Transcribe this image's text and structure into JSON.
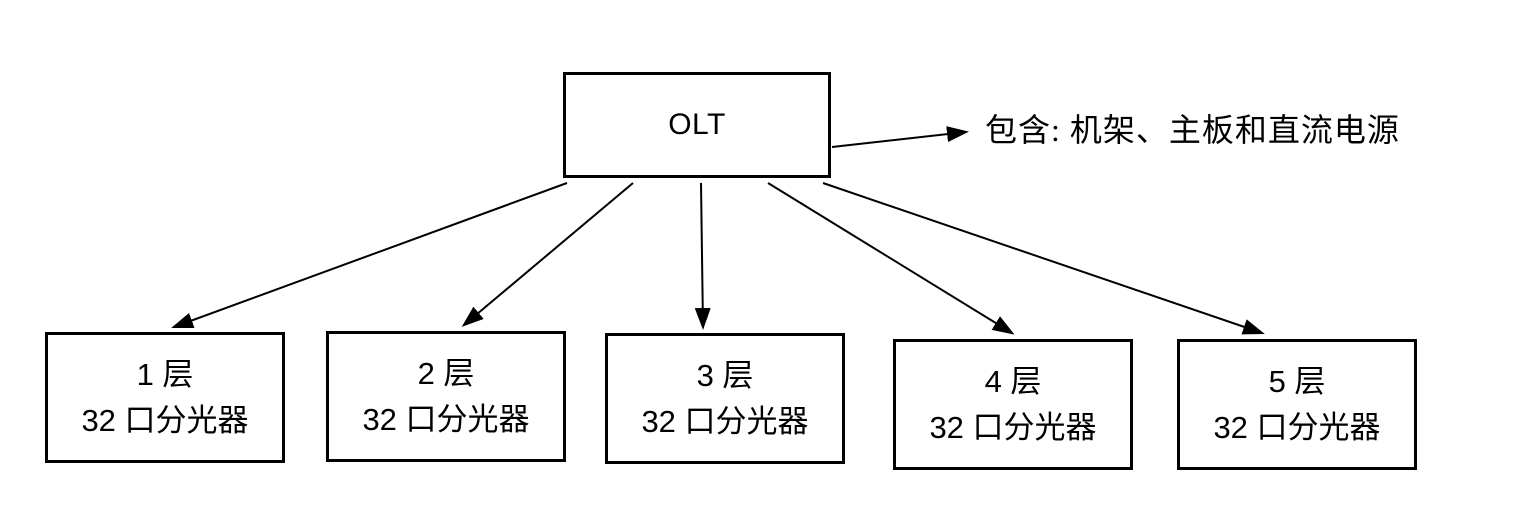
{
  "root_node": {
    "label": "OLT"
  },
  "annotation": {
    "text": "包含: 机架、主板和直流电源"
  },
  "floor_nodes": [
    {
      "line1": "1 层",
      "line2": "32 口分光器"
    },
    {
      "line1": "2 层",
      "line2": "32 口分光器"
    },
    {
      "line1": "3 层",
      "line2": "32 口分光器"
    },
    {
      "line1": "4 层",
      "line2": "32 口分光器"
    },
    {
      "line1": "5 层",
      "line2": "32 口分光器"
    }
  ],
  "colors": {
    "background": "#ffffff",
    "line": "#000000",
    "text": "#000000"
  }
}
